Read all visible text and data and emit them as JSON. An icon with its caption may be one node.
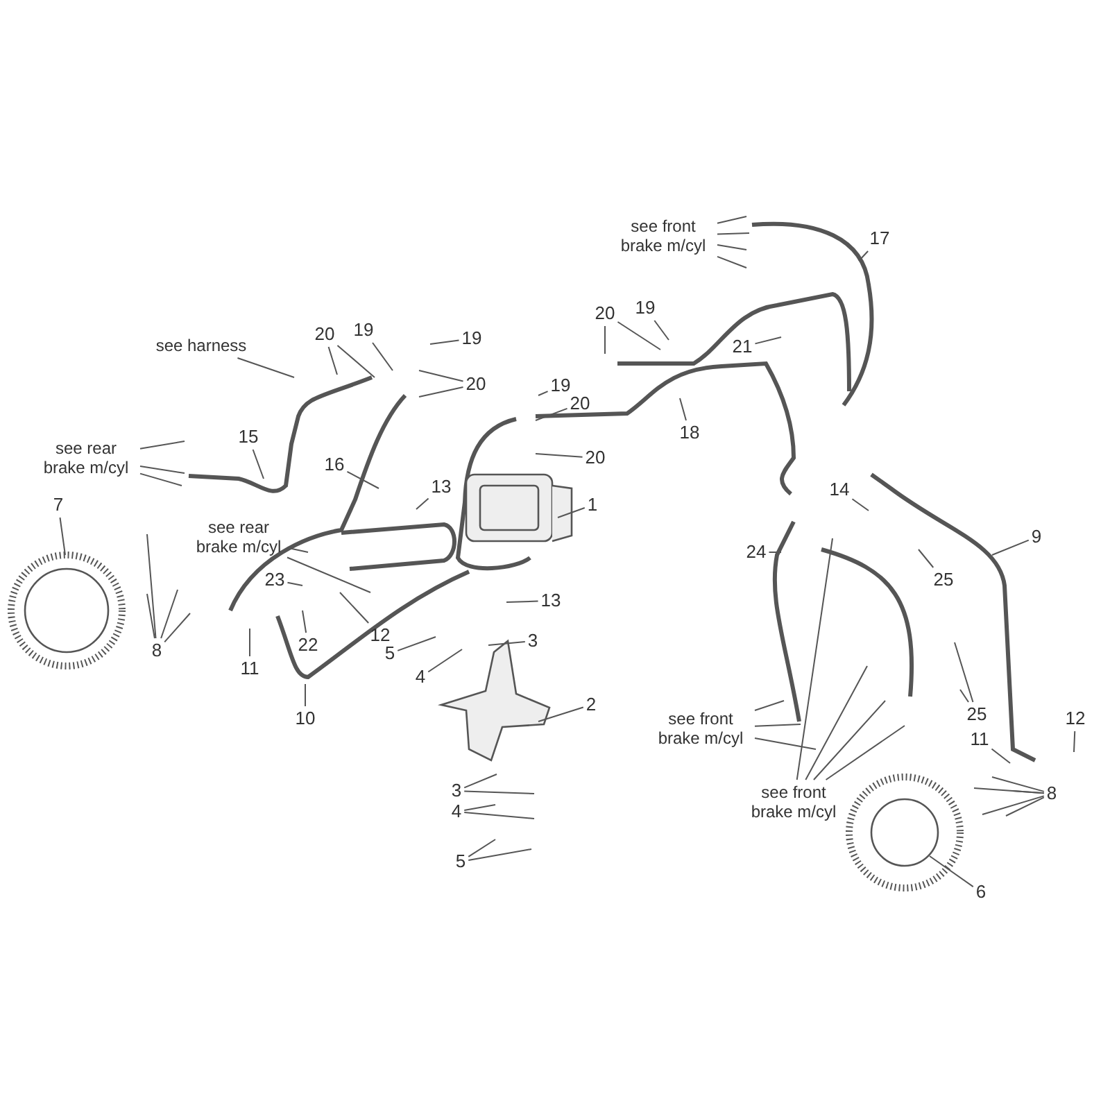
{
  "diagram": {
    "nodes": [
      {
        "text": [
          "see front brake m/cyl"
        ]
      },
      {
        "text": [
          "17"
        ]
      },
      {
        "text": [
          "20"
        ]
      },
      {
        "text": [
          "19"
        ]
      },
      {
        "text": [
          "21"
        ]
      },
      {
        "text": [
          "see harness"
        ]
      },
      {
        "text": [
          "20"
        ]
      },
      {
        "text": [
          "19"
        ]
      },
      {
        "text": [
          "19"
        ]
      },
      {
        "text": [
          "20"
        ]
      },
      {
        "text": [
          "19"
        ]
      },
      {
        "text": [
          "20"
        ]
      },
      {
        "text": [
          "18"
        ]
      },
      {
        "text": [
          "20"
        ]
      },
      {
        "text": [
          "see rear brake m/cyl"
        ]
      },
      {
        "text": [
          "15"
        ]
      },
      {
        "text": [
          "16"
        ]
      },
      {
        "text": [
          "13"
        ]
      },
      {
        "text": [
          "1"
        ]
      },
      {
        "text": [
          "14"
        ]
      },
      {
        "text": [
          "7"
        ]
      },
      {
        "text": [
          "see rear brake m/cyl"
        ]
      },
      {
        "text": [
          "9"
        ]
      },
      {
        "text": [
          "24"
        ]
      },
      {
        "text": [
          "25"
        ]
      },
      {
        "text": [
          "23"
        ]
      },
      {
        "text": [
          "8"
        ]
      },
      {
        "text": [
          "12"
        ]
      },
      {
        "text": [
          "13"
        ]
      },
      {
        "text": [
          "3"
        ]
      },
      {
        "text": [
          "11"
        ]
      },
      {
        "text": [
          "22"
        ]
      },
      {
        "text": [
          "5"
        ]
      },
      {
        "text": [
          "4"
        ]
      },
      {
        "text": [
          "10"
        ]
      },
      {
        "text": [
          "2"
        ]
      },
      {
        "text": [
          "25"
        ]
      },
      {
        "text": [
          "see front brake m/cyl"
        ]
      },
      {
        "text": [
          "12"
        ]
      },
      {
        "text": [
          "11"
        ]
      },
      {
        "text": [
          "3"
        ]
      },
      {
        "text": [
          "see front brake m/cyl"
        ]
      },
      {
        "text": [
          "8"
        ]
      },
      {
        "text": [
          "4"
        ]
      },
      {
        "text": [
          "5"
        ]
      },
      {
        "text": [
          "6"
        ]
      }
    ],
    "edges": [
      {
        "from": 0,
        "to": null,
        "arrow": "none"
      },
      {
        "from": 0,
        "to": null,
        "arrow": "none"
      },
      {
        "from": 0,
        "to": null,
        "arrow": "none"
      },
      {
        "from": 0,
        "to": null,
        "arrow": "none"
      },
      {
        "from": 1,
        "to": null,
        "arrow": "none"
      },
      {
        "from": 2,
        "to": null,
        "arrow": "none"
      },
      {
        "from": 2,
        "to": null,
        "arrow": "none"
      },
      {
        "from": 3,
        "to": null,
        "arrow": "none"
      },
      {
        "from": 4,
        "to": null,
        "arrow": "none"
      },
      {
        "from": 5,
        "to": null,
        "arrow": "none"
      },
      {
        "from": 6,
        "to": null,
        "arrow": "none"
      },
      {
        "from": 6,
        "to": null,
        "arrow": "none"
      },
      {
        "from": 7,
        "to": null,
        "arrow": "none"
      },
      {
        "from": 8,
        "to": null,
        "arrow": "none"
      },
      {
        "from": 9,
        "to": null,
        "arrow": "none"
      },
      {
        "from": 9,
        "to": null,
        "arrow": "none"
      },
      {
        "from": 10,
        "to": null,
        "arrow": "none"
      },
      {
        "from": 11,
        "to": null,
        "arrow": "none"
      },
      {
        "from": 12,
        "to": null,
        "arrow": "none"
      },
      {
        "from": 13,
        "to": null,
        "arrow": "none"
      },
      {
        "from": 14,
        "to": null,
        "arrow": "none"
      },
      {
        "from": 14,
        "to": null,
        "arrow": "none"
      },
      {
        "from": 14,
        "to": null,
        "arrow": "none"
      },
      {
        "from": 15,
        "to": null,
        "arrow": "none"
      },
      {
        "from": 16,
        "to": null,
        "arrow": "none"
      },
      {
        "from": 17,
        "to": null,
        "arrow": "none"
      },
      {
        "from": 18,
        "to": null,
        "arrow": "none"
      },
      {
        "from": 19,
        "to": null,
        "arrow": "none"
      },
      {
        "from": 20,
        "to": null,
        "arrow": "none"
      },
      {
        "from": 21,
        "to": null,
        "arrow": "none"
      },
      {
        "from": 21,
        "to": null,
        "arrow": "none"
      },
      {
        "from": 22,
        "to": null,
        "arrow": "none"
      },
      {
        "from": 23,
        "to": null,
        "arrow": "none"
      },
      {
        "from": 24,
        "to": null,
        "arrow": "none"
      },
      {
        "from": 25,
        "to": null,
        "arrow": "none"
      },
      {
        "from": 26,
        "to": null,
        "arrow": "none"
      },
      {
        "from": 26,
        "to": null,
        "arrow": "none"
      },
      {
        "from": 26,
        "to": null,
        "arrow": "none"
      },
      {
        "from": 26,
        "to": null,
        "arrow": "none"
      },
      {
        "from": 27,
        "to": null,
        "arrow": "none"
      },
      {
        "from": 28,
        "to": null,
        "arrow": "none"
      },
      {
        "from": 29,
        "to": null,
        "arrow": "none"
      },
      {
        "from": 30,
        "to": null,
        "arrow": "none"
      },
      {
        "from": 31,
        "to": null,
        "arrow": "none"
      },
      {
        "from": 32,
        "to": null,
        "arrow": "none"
      },
      {
        "from": 33,
        "to": null,
        "arrow": "none"
      },
      {
        "from": 34,
        "to": null,
        "arrow": "none"
      },
      {
        "from": 35,
        "to": null,
        "arrow": "none"
      },
      {
        "from": 36,
        "to": null,
        "arrow": "none"
      },
      {
        "from": 36,
        "to": null,
        "arrow": "none"
      },
      {
        "from": 37,
        "to": null,
        "arrow": "none"
      },
      {
        "from": 37,
        "to": null,
        "arrow": "none"
      },
      {
        "from": 37,
        "to": null,
        "arrow": "none"
      },
      {
        "from": 38,
        "to": null,
        "arrow": "none"
      },
      {
        "from": 39,
        "to": null,
        "arrow": "none"
      },
      {
        "from": 40,
        "to": null,
        "arrow": "none"
      },
      {
        "from": 40,
        "to": null,
        "arrow": "none"
      },
      {
        "from": 41,
        "to": null,
        "arrow": "none"
      },
      {
        "from": 41,
        "to": null,
        "arrow": "none"
      },
      {
        "from": 41,
        "to": null,
        "arrow": "none"
      },
      {
        "from": 41,
        "to": null,
        "arrow": "none"
      },
      {
        "from": 42,
        "to": null,
        "arrow": "none"
      },
      {
        "from": 42,
        "to": null,
        "arrow": "none"
      },
      {
        "from": 42,
        "to": null,
        "arrow": "none"
      },
      {
        "from": 42,
        "to": null,
        "arrow": "none"
      },
      {
        "from": 42,
        "to": null,
        "arrow": "none"
      },
      {
        "from": 43,
        "to": null,
        "arrow": "none"
      },
      {
        "from": 43,
        "to": null,
        "arrow": "none"
      },
      {
        "from": 44,
        "to": null,
        "arrow": "none"
      },
      {
        "from": 44,
        "to": null,
        "arrow": "none"
      },
      {
        "from": 45,
        "to": null,
        "arrow": "none"
      }
    ]
  }
}
